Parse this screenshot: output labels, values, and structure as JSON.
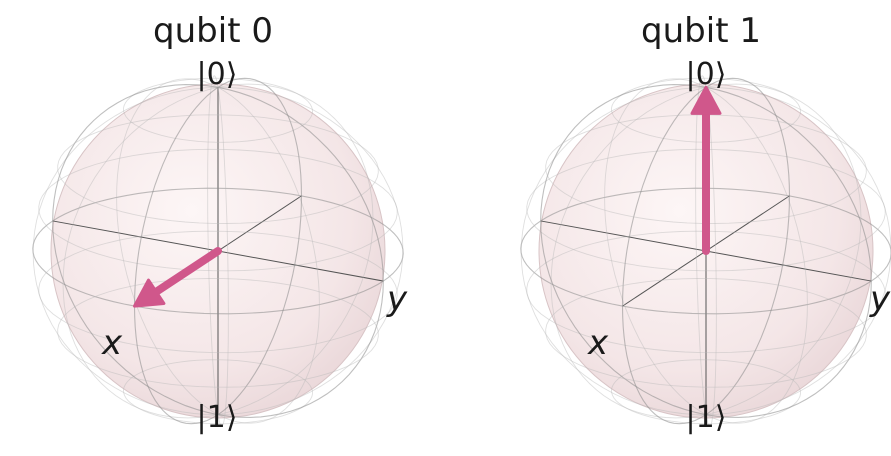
{
  "figure": {
    "panels": [
      {
        "title": "qubit 0",
        "ket_top": "|0⟩",
        "ket_bottom": "|1⟩",
        "x_label": "x",
        "y_label": "y",
        "state_vector": {
          "x": 1,
          "y": 0,
          "z": 0
        }
      },
      {
        "title": "qubit 1",
        "ket_top": "|0⟩",
        "ket_bottom": "|1⟩",
        "x_label": "x",
        "y_label": "y",
        "state_vector": {
          "x": 0,
          "y": 0,
          "z": 1
        }
      }
    ],
    "colors": {
      "sphere_fill": "#f7e9ea",
      "wire": "#8a8a8a",
      "vector": "#d0578b",
      "text": "#1a1a1a"
    }
  }
}
